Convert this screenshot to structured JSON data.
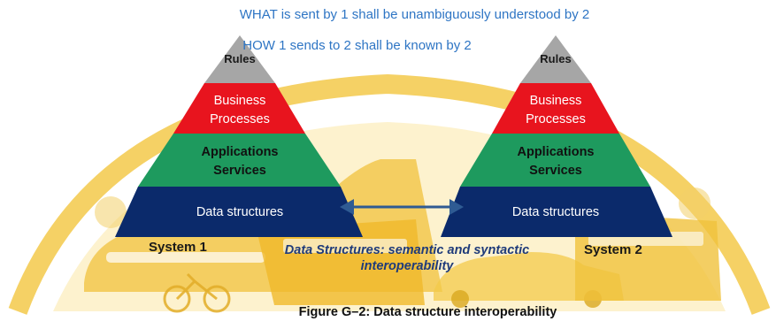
{
  "header": {
    "what_line": "WHAT is sent by 1 shall be unambiguously understood by 2",
    "how_line": "HOW 1 sends to 2 shall be known by 2"
  },
  "pyramid_left": {
    "rules": "Rules",
    "business_line1": "Business",
    "business_line2": "Processes",
    "apps_line1": "Applications",
    "apps_line2": "Services",
    "data": "Data structures",
    "system_label": "System 1"
  },
  "pyramid_right": {
    "rules": "Rules",
    "business_line1": "Business",
    "business_line2": "Processes",
    "apps_line1": "Applications",
    "apps_line2": "Services",
    "data": "Data structures",
    "system_label": "System 2"
  },
  "connector": {
    "caption_line1": "Data Structures: semantic and syntactic",
    "caption_line2": "interoperability"
  },
  "figure": {
    "caption": "Figure G–2: Data structure interoperability"
  },
  "colors": {
    "rules": "#a6a6a6",
    "business": "#e8141e",
    "apps": "#1e9a5e",
    "data": "#0b2a6b",
    "arrow": "#2f5b93",
    "background_art": "#f3c94a"
  }
}
